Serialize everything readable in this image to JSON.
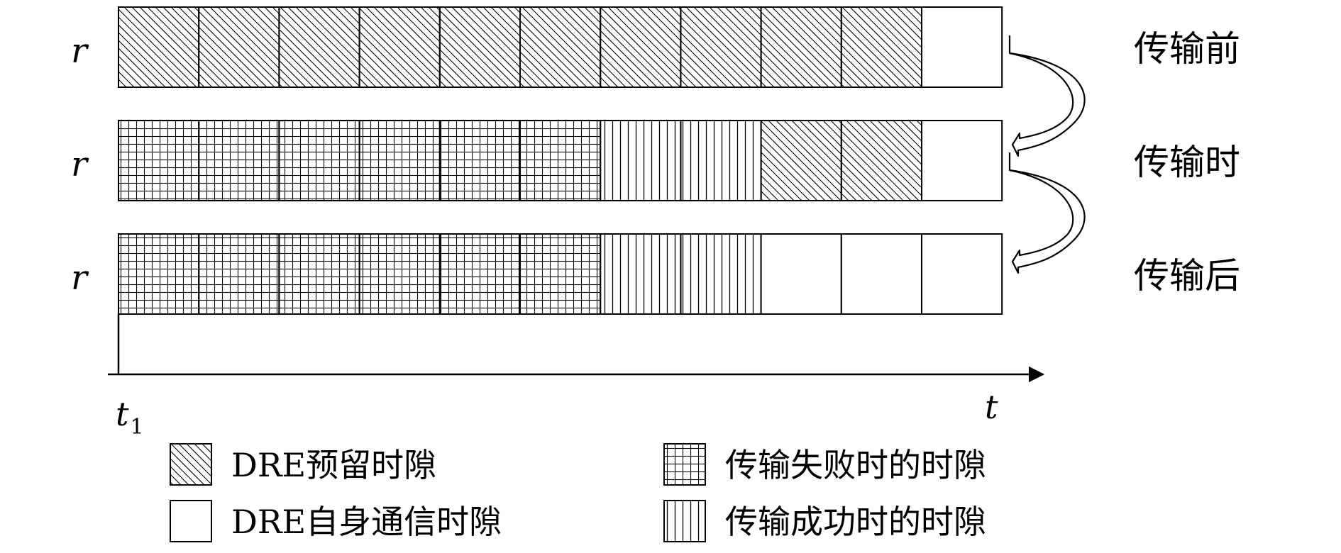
{
  "rows": [
    {
      "label": "r",
      "state": "传输前",
      "slots": [
        "reserved",
        "reserved",
        "reserved",
        "reserved",
        "reserved",
        "reserved",
        "reserved",
        "reserved",
        "reserved",
        "reserved",
        "self"
      ]
    },
    {
      "label": "r",
      "state": "传输时",
      "slots": [
        "fail",
        "fail",
        "fail",
        "fail",
        "fail",
        "fail",
        "success",
        "success",
        "reserved",
        "reserved",
        "self"
      ]
    },
    {
      "label": "r",
      "state": "传输后",
      "slots": [
        "fail",
        "fail",
        "fail",
        "fail",
        "fail",
        "fail",
        "success",
        "success",
        "self",
        "self",
        "self"
      ]
    }
  ],
  "axis": {
    "start_label": "t",
    "start_subscript": "1",
    "end_label": "t"
  },
  "legend": {
    "reserved": "DRE预留时隙",
    "self": "DRE自身通信时隙",
    "fail": "传输失败时的时隙",
    "success": "传输成功时的时隙"
  },
  "legend_order": [
    [
      "reserved",
      "fail"
    ],
    [
      "self",
      "success"
    ]
  ],
  "colors": {
    "ink": "#000000",
    "background": "#ffffff"
  }
}
